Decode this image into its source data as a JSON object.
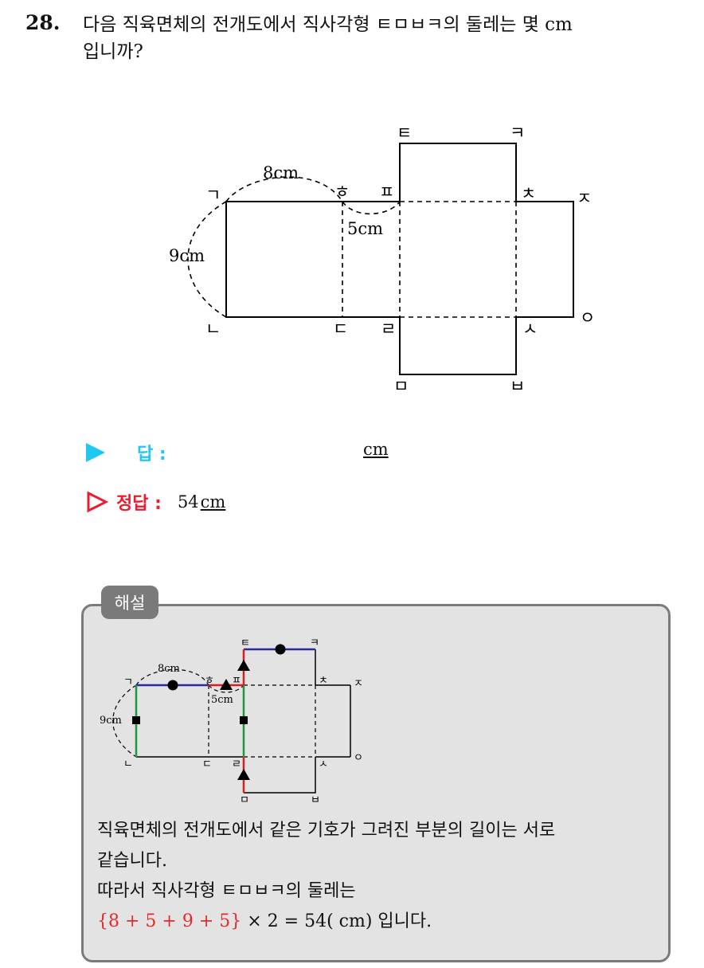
{
  "question": {
    "number": "28.",
    "line1": "다음 직육면체의 전개도에서 직사각형 ㅌㅁㅂㅋ의 둘레는 몇 cm",
    "line2": "입니까?"
  },
  "figure": {
    "labels": {
      "g": "ㄱ",
      "n": "ㄴ",
      "d": "ㄷ",
      "r": "ㄹ",
      "m": "ㅁ",
      "b": "ㅂ",
      "s": "ㅅ",
      "o": "ㅇ",
      "j": "ㅈ",
      "ch": "ㅊ",
      "k": "ㅋ",
      "t": "ㅌ",
      "p": "ㅍ",
      "h": "ㅎ"
    },
    "len_8": "8cm",
    "len_9": "9cm",
    "len_5": "5cm"
  },
  "answer": {
    "label": "답 :",
    "unit": "cm"
  },
  "correct": {
    "label": "정답 :",
    "value": "54",
    "unit": "cm"
  },
  "explanation": {
    "badge": "해설",
    "line1": "직육면체의 전개도에서 같은 기호가 그려진 부분의 길이는 서로",
    "line2": "같습니다.",
    "line3": "따라서 직사각형 ㅌㅁㅂㅋ의 둘레는",
    "formula_red": "{8 + 5 + 9 + 5}",
    "formula_rest": " × 2 = 54( cm) 입니다."
  },
  "colors": {
    "answer": "#1ec8f0",
    "correct": "#ee1b2e",
    "blue_edge": "#2a2aa0",
    "green_edge": "#1a9a3c",
    "red_edge": "#d81e1e"
  }
}
